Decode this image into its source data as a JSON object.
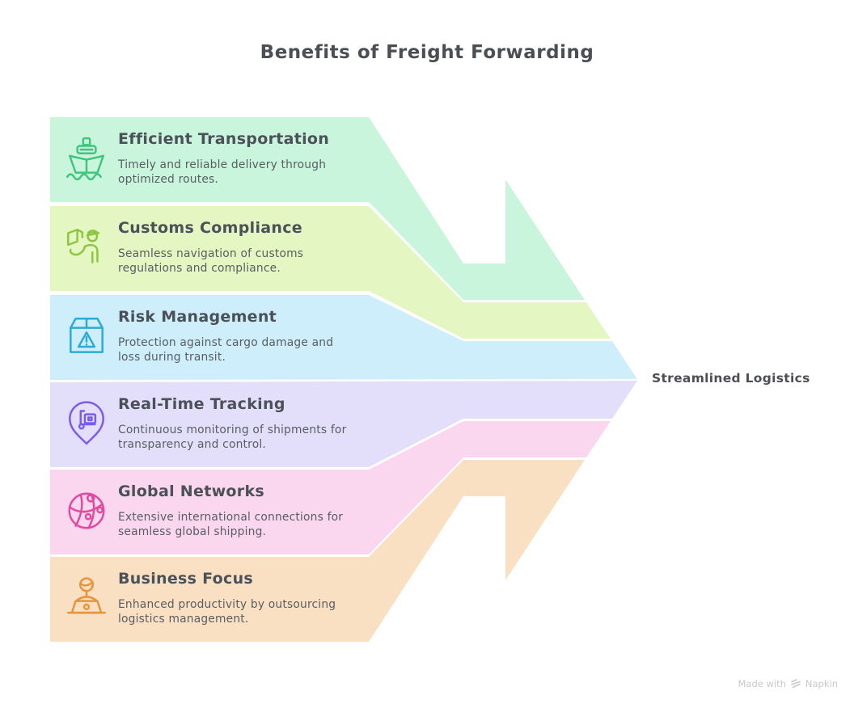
{
  "title": "Benefits of Freight Forwarding",
  "result_label": "Streamlined Logistics",
  "footer": {
    "made_with": "Made with",
    "brand": "Napkin"
  },
  "colors": {
    "background": "#ffffff",
    "title_text": "#4b4f54",
    "result_text": "#4b4f54",
    "footer_text": "#c8c8c8"
  },
  "bands": [
    {
      "title": "Efficient Transportation",
      "desc_lines": [
        "Timely and reliable delivery through",
        "optimized routes."
      ],
      "icon": "ship-icon",
      "fill": "#c9f5dc",
      "icon_color": "#3fc57d"
    },
    {
      "title": "Customs Compliance",
      "desc_lines": [
        "Seamless navigation of customs",
        "regulations and compliance."
      ],
      "icon": "customs-officer-icon",
      "fill": "#e4f6c1",
      "icon_color": "#8dc63f"
    },
    {
      "title": "Risk Management",
      "desc_lines": [
        "Protection against cargo damage and",
        "loss during transit."
      ],
      "icon": "package-warning-icon",
      "fill": "#cdeefa",
      "icon_color": "#2caad8"
    },
    {
      "title": "Real-Time Tracking",
      "desc_lines": [
        "Continuous monitoring of shipments for",
        "transparency and control."
      ],
      "icon": "location-pin-dolly-icon",
      "fill": "#e3dffb",
      "icon_color": "#7a5bee"
    },
    {
      "title": "Global Networks",
      "desc_lines": [
        "Extensive international connections for",
        "seamless global shipping."
      ],
      "icon": "globe-network-icon",
      "fill": "#fad7ef",
      "icon_color": "#e14b9f"
    },
    {
      "title": "Business Focus",
      "desc_lines": [
        "Enhanced productivity by outsourcing",
        "logistics management."
      ],
      "icon": "person-laptop-icon",
      "fill": "#fae0c3",
      "icon_color": "#e8943c"
    }
  ]
}
